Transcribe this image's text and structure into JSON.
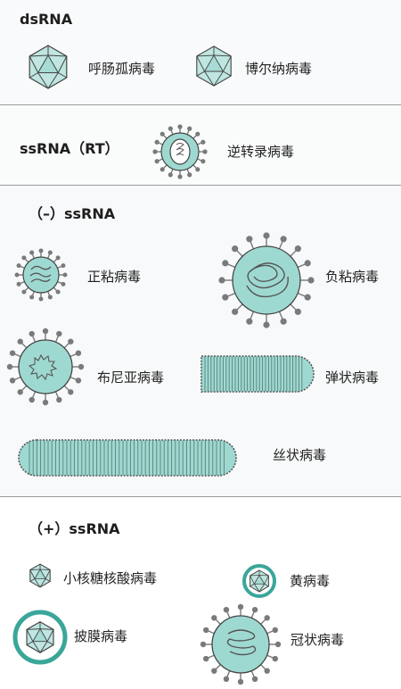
{
  "sections": {
    "dsrna": {
      "heading": "dsRNA",
      "viruses": [
        "呼肠孤病毒",
        "博尔纳病毒"
      ]
    },
    "ssrna_rt": {
      "heading": "ssRNA（RT）",
      "viruses": [
        "逆转录病毒"
      ]
    },
    "neg_ssrna": {
      "heading": "（–）ssRNA",
      "viruses": [
        "正粘病毒",
        "负粘病毒",
        "布尼亚病毒",
        "弹状病毒",
        "丝状病毒"
      ]
    },
    "pos_ssrna": {
      "heading": "（+）ssRNA",
      "viruses": [
        "小核糖核酸病毒",
        "黄病毒",
        "披膜病毒",
        "冠状病毒"
      ]
    }
  },
  "colors": {
    "capsid_fill": "#9ed9d1",
    "envelope_ring": "#3aa69a",
    "outline": "#4a4a4a",
    "spike": "#7a7a7a",
    "divider": "#9c9c9c"
  }
}
